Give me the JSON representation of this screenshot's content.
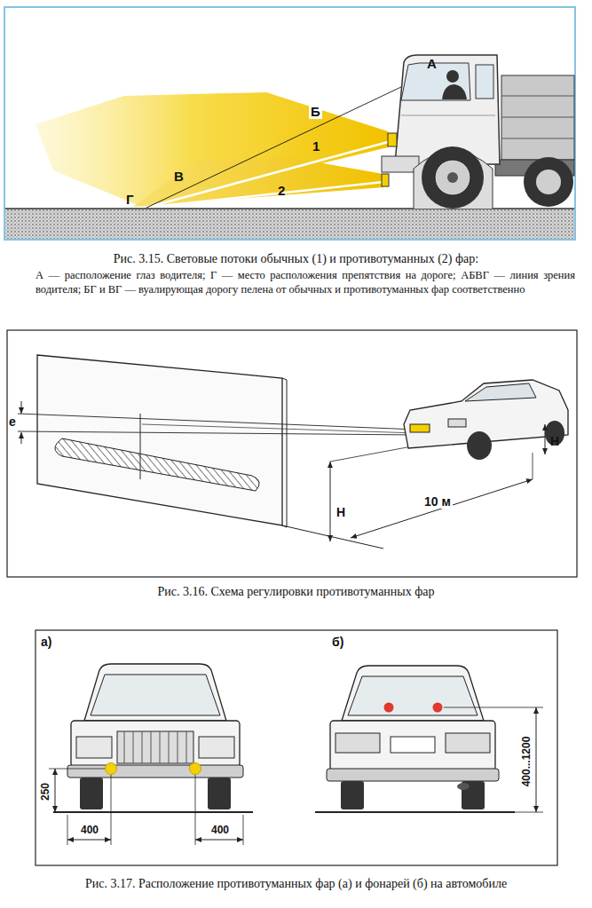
{
  "diagram": {
    "labels": [
      "А",
      "Б",
      "1",
      "В",
      "2",
      "Г",
      "Рис. 3.15. Световые потоки обычных (1) и противотуманных (2) фар:",
      "А — расположение глаз водителя; Г — место расположения препятствия на дороге; АБВГ — линия зрения водителя; БГ и ВГ — вуалирующая дорогу пелена от обычных и противотуманных фар соответственно",
      "e",
      "Н",
      "10 м",
      "Н",
      "Рис. 3.16. Схема регулировки противотуманных фар",
      "а)",
      "б)",
      "250",
      "400",
      "400",
      "400...1200",
      "Рис. 3.17. Расположение противотуманных фар (а) и фонарей (б) на автомобиле"
    ]
  }
}
